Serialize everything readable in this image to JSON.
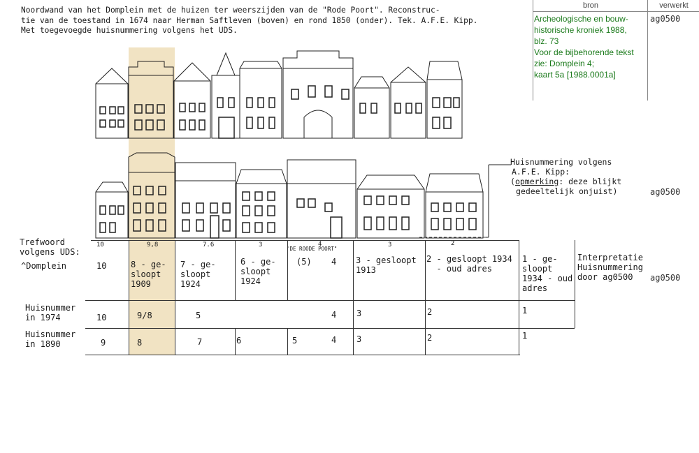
{
  "caption": {
    "line1": "Noordwand van het Domplein met de huizen ter weerszijden van de \"Rode Poort\". Reconstruc-",
    "line2": "tie van de toestand in 1674 naar Herman Saftleven (boven) en rond 1850 (onder). Tek. A.F.E. Kipp.",
    "line3": "Met toegevoegde huisnummering volgens het UDS."
  },
  "meta": {
    "bron_header": "bron",
    "verwerkt_header": "verwerkt",
    "source_lines": [
      "Archeologische en bouw-",
      "historische kroniek 1988,",
      "blz. 73",
      "Voor de bijbehorende tekst",
      "zie: Domplein 4;",
      "kaart 5a [1988.0001a]"
    ],
    "verwerkt": [
      "ag0500",
      "ag0500",
      "ag0500"
    ]
  },
  "annotation": {
    "line1": "Huisnummering volgens",
    "line2": "A.F.E. Kipp:",
    "line3_a": "opmerking",
    "line3_b": ": deze blijkt",
    "line4": "gedeeltelijk onjuist)",
    "open_paren": "("
  },
  "kipp_numbers": [
    "10",
    "9,8",
    "7.6",
    "3",
    "4",
    "3",
    "2"
  ],
  "rode_poort_label": "\"DE ROODE POORT\"",
  "row_labels": {
    "trefwoord": "Trefwoord\nvolgens UDS:",
    "domplein": "^Domplein",
    "huisnummer1974": "Huisnummer\nin 1974",
    "huisnummer1890": "Huisnummer\nin 1890"
  },
  "uds_cells": [
    "10",
    "8 - ge-\nsloopt\n1909",
    "7 - ge-\nsloopt\n1924",
    "6 - ge-\nsloopt\n1924",
    "(5)",
    "4",
    "3 - gesloopt\n1913",
    "2 - gesloopt 1934\n  - oud adres",
    "1 - ge-\nsloopt\n1934 - oud\nadres",
    "Interpretatie\nHuisnummering\ndoor ag0500"
  ],
  "row1974": [
    "10",
    "9/8",
    "5",
    "4",
    "3",
    "2",
    "1"
  ],
  "row1890": [
    "9",
    "8",
    "7",
    "6",
    "5",
    "4",
    "3",
    "2",
    "1"
  ],
  "colors": {
    "highlight": "#f1e3c3",
    "source_text": "#1b7a1b"
  }
}
